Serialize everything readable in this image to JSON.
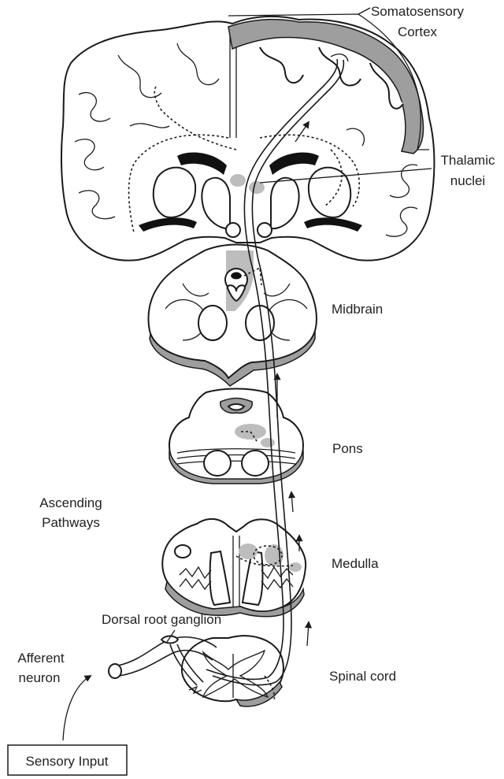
{
  "labels": {
    "somatosensory_cortex_line1": "Somatosensory",
    "somatosensory_cortex_line2": "Cortex",
    "thalamic_nuclei_line1": "Thalamic",
    "thalamic_nuclei_line2": "nuclei",
    "midbrain": "Midbrain",
    "pons": "Pons",
    "ascending_pathways_line1": "Ascending",
    "ascending_pathways_line2": "Pathways",
    "medulla": "Medulla",
    "dorsal_root_ganglion": "Dorsal root ganglion",
    "afferent_neuron_line1": "Afferent",
    "afferent_neuron_line2": "neuron",
    "spinal_cord": "Spinal cord",
    "sensory_input": "Sensory Input"
  },
  "colors": {
    "outline": "#1a1a1a",
    "shading": "#9e9e9e",
    "background": "#ffffff"
  }
}
